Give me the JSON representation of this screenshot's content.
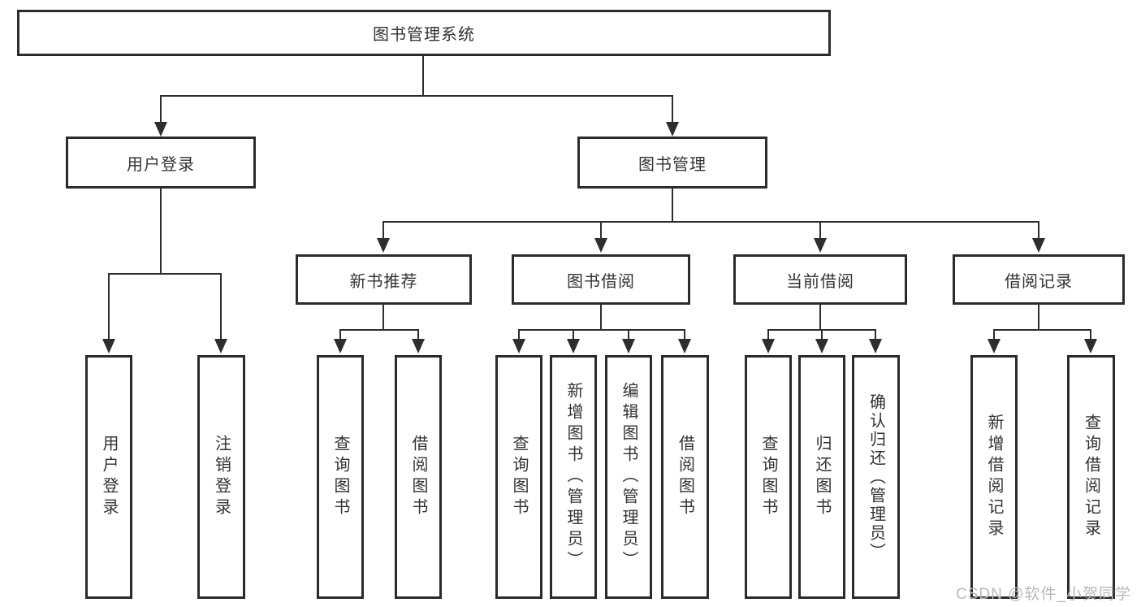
{
  "title": "图书管理系统",
  "watermark": "CSDN @软件_小贺同学",
  "colors": {
    "line": "#2e2e2e",
    "box_border": "#2b2b2b",
    "text": "#333333",
    "watermark": "#b9b9b9",
    "background": "#ffffff"
  },
  "level1": {
    "user_login": "用户登录",
    "book_mgmt": "图书管理"
  },
  "level2": {
    "new_books": "新书推荐",
    "book_borrow": "图书借阅",
    "current_borrow": "当前借阅",
    "borrow_records": "借阅记录"
  },
  "leaves": {
    "user_login": [
      "用户登录",
      "注销登录"
    ],
    "new_books": [
      "查询图书",
      "借阅图书"
    ],
    "book_borrow": [
      "查询图书",
      "新增图书（管理员）",
      "编辑图书（管理员）",
      "借阅图书"
    ],
    "current_borrow": [
      "查询图书",
      "归还图书",
      "确认归还（管理员）"
    ],
    "borrow_records": [
      "新增借阅记录",
      "查询借阅记录"
    ]
  }
}
